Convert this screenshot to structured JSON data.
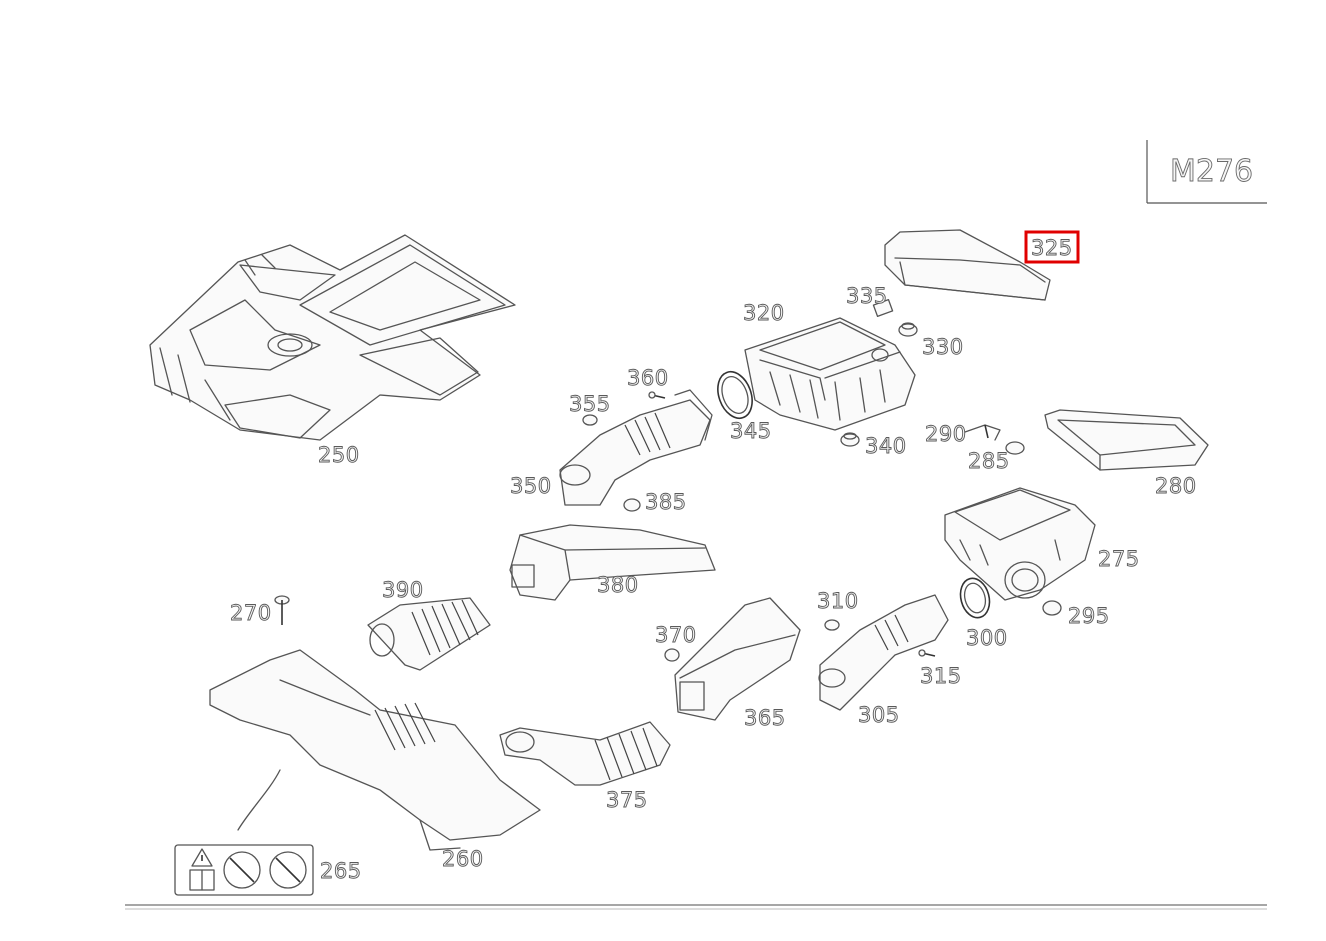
{
  "model_code": "M276",
  "highlighted_part": "325",
  "part_numbers": {
    "p250": "250",
    "p260": "260",
    "p265": "265",
    "p270": "270",
    "p275": "275",
    "p280": "280",
    "p285": "285",
    "p290": "290",
    "p295": "295",
    "p300": "300",
    "p305": "305",
    "p310": "310",
    "p315": "315",
    "p320": "320",
    "p325": "325",
    "p330": "330",
    "p335": "335",
    "p340": "340",
    "p345": "345",
    "p350": "350",
    "p355": "355",
    "p360": "360",
    "p365": "365",
    "p370": "370",
    "p375": "375",
    "p380": "380",
    "p385": "385",
    "p390": "390"
  },
  "colors": {
    "highlight": "#e00000",
    "line": "#555555"
  },
  "icons": [
    "warning-icon",
    "manual-icon",
    "no-tools-icon",
    "no-tools-icon"
  ]
}
